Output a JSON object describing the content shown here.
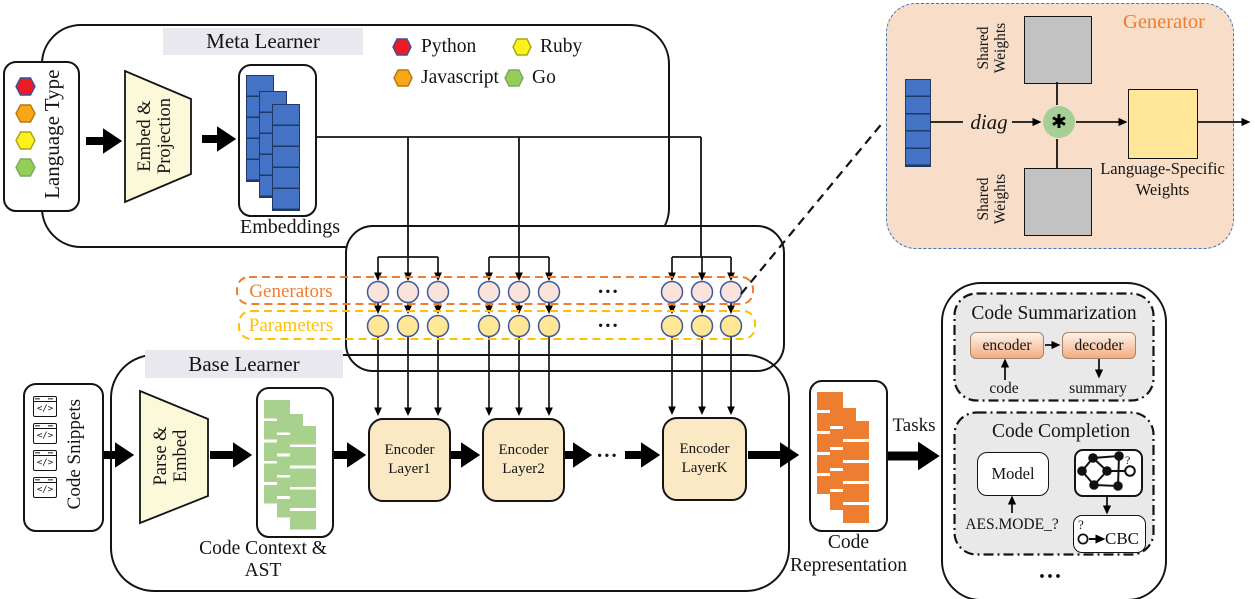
{
  "titles": {
    "meta_learner": "Meta Learner",
    "base_learner": "Base Learner"
  },
  "language_type": {
    "label": "Language Type"
  },
  "legend": {
    "items": [
      {
        "label": "Python",
        "color": "#EC1C24"
      },
      {
        "label": "Ruby",
        "color": "#FCF11B"
      },
      {
        "label": "Javascript",
        "color": "#F7A816"
      },
      {
        "label": "Go",
        "color": "#94CE58"
      }
    ]
  },
  "meta": {
    "embed_projection": [
      "Embed &",
      "Projection"
    ],
    "embeddings_label": "Embeddings"
  },
  "rows": {
    "generators_label": "Generators",
    "parameters_label": "Parameters",
    "ellipsis": "..."
  },
  "generator_panel": {
    "title": "Generator",
    "diag_label": "diag",
    "asterisk_symbol": "✱",
    "shared_weights": [
      "Shared",
      "Weights"
    ],
    "language_specific_weights": [
      "Language-Specific",
      "Weights"
    ]
  },
  "base": {
    "code_snippets_label": "Code Snippets",
    "snippet_icon": "</>",
    "parse_embed": [
      "Parse &",
      "Embed"
    ],
    "code_context_label": "Code Context & AST",
    "encoders": [
      [
        "Encoder",
        "Layer1"
      ],
      [
        "Encoder",
        "Layer2"
      ],
      [
        "Encoder",
        "LayerK"
      ]
    ],
    "ellipsis": "...",
    "code_representation": [
      "Code",
      "Representation"
    ]
  },
  "tasks": {
    "arrow_label": "Tasks",
    "more_ellipsis": "...",
    "summarization": {
      "title": "Code Summarization",
      "encoder": "encoder",
      "decoder": "decoder",
      "input_label": "code",
      "output_label": "summary"
    },
    "completion": {
      "title": "Code Completion",
      "model_label": "Model",
      "prompt": "AES.MODE_?",
      "question_mark": "?",
      "answer": "CBC"
    }
  },
  "colors": {
    "accent_orange": "#ED7D31",
    "accent_gold": "#FFC000",
    "blue": "#4472C4",
    "sheet_green": "#A9D18E",
    "sheet_orange": "#ED7D31",
    "encoder_fill": "#FBE9C5",
    "generator_panel_fill": "#F8DEC9",
    "task_panel_fill": "#E9E9E9",
    "shared_weights_gray": "#C2C2C2",
    "language_specific_yellow": "#FFE699"
  }
}
